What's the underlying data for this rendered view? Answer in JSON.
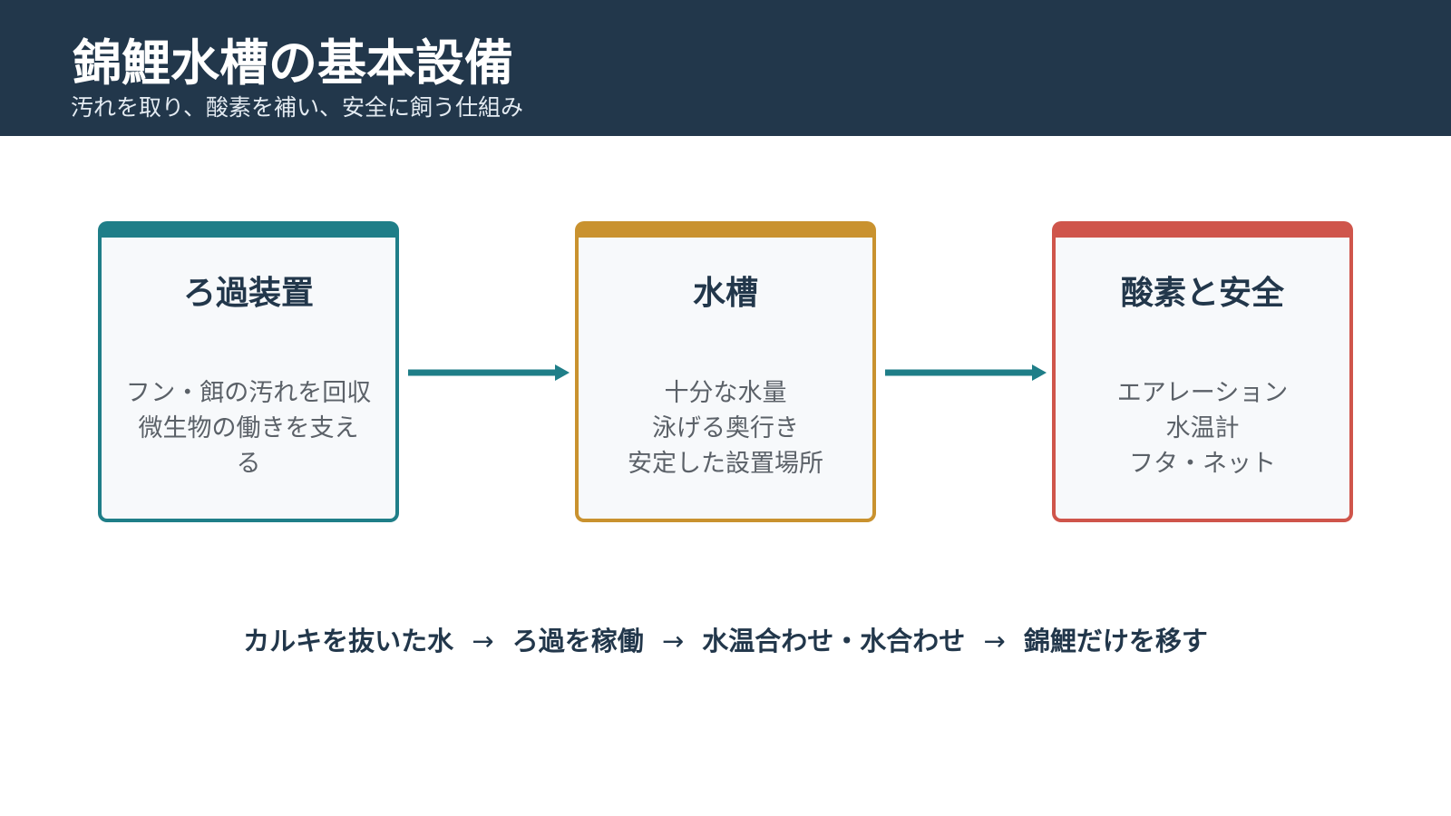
{
  "header": {
    "title": "錦鯉水槽の基本設備",
    "subtitle": "汚れを取り、酸素を補い、安全に飼う仕組み"
  },
  "cards": [
    {
      "title": "ろ過装置",
      "lines": [
        "フン・餌の汚れを回収",
        "微生物の働きを支え",
        "る"
      ],
      "color": "#1f7e88"
    },
    {
      "title": "水槽",
      "lines": [
        "十分な水量",
        "泳げる奥行き",
        "安定した設置場所"
      ],
      "color": "#c9922f"
    },
    {
      "title": "酸素と安全",
      "lines": [
        "エアレーション",
        "水温計",
        "フタ・ネット"
      ],
      "color": "#cf554b"
    }
  ],
  "arrow_color": "#1f7e88",
  "flow": {
    "steps": [
      "カルキを抜いた水",
      "ろ過を稼働",
      "水温合わせ・水合わせ",
      "錦鯉だけを移す"
    ],
    "separator": "→"
  }
}
